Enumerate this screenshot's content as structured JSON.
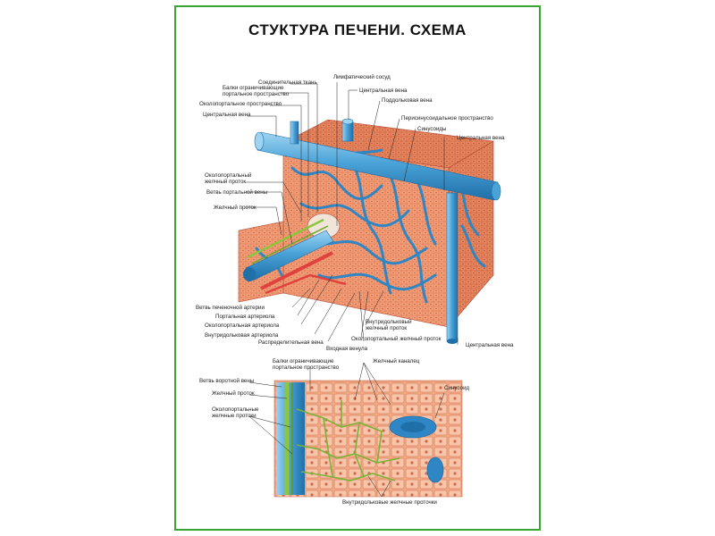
{
  "poster": {
    "title": "СТУКТУРА ПЕЧЕНИ. СХЕМА",
    "colors": {
      "frame": "#3aa335",
      "parenchyma": "#e98a63",
      "cell_light": "#f6c5aa",
      "vein_blue": "#4aa3d8",
      "vein_dark": "#1f6fa8",
      "artery_red": "#e0413c",
      "bile_green": "#8cc63f"
    },
    "upper_labels": {
      "connective_tissue": "Соединительная ткань",
      "limiting_plates_1": "Балки ограничивающие",
      "limiting_plates_2": "портальное пространство",
      "periportal_space": "Околопортальное пространство",
      "central_vein_top_left": "Центральная вена",
      "lymphatic_vessel": "Лимфатический сосуд",
      "central_vein_top": "Центральная вена",
      "sublobular_vein": "Поддольковая вена",
      "perisinusoidal_space": "Перисинусоидальное пространство",
      "sinusoids": "Синусоиды",
      "central_vein_right": "Центральная вена",
      "periportal_bile_duct_1": "Околопортальный",
      "periportal_bile_duct_2": "желчный проток",
      "portal_vein_branch": "Ветвь портальной вены",
      "bile_duct": "Желчный проток",
      "hepatic_artery_branch": "Ветвь печеночной артерии",
      "portal_arteriole": "Портальная артериола",
      "periportal_arteriole": "Околопортальная артериола",
      "intralobular_arteriole": "Внутридольковая артериола",
      "distributing_vein": "Распределительная вена",
      "inlet_venule": "Входная венула",
      "intralobular_bile_duct_1": "Внутридольковый",
      "intralobular_bile_duct_2": "желчный проток",
      "periportal_bile_duct_bottom": "Околопортальный желчный проток",
      "central_vein_bottom": "Центральная вена"
    },
    "lower_labels": {
      "limiting_plates_1": "Балки ограничивающие",
      "limiting_plates_2": "портальное пространство",
      "bile_canaliculus": "Желчный каналец",
      "portal_vein_branch": "Ветвь воротной вены",
      "sinusoid": "Синусоид",
      "bile_duct": "Желчный проток",
      "periportal_ducts_1": "Околопортальные",
      "periportal_ducts_2": "желчные протоки",
      "intralobular_ductules": "Внутридольковые желчные проточки"
    }
  }
}
